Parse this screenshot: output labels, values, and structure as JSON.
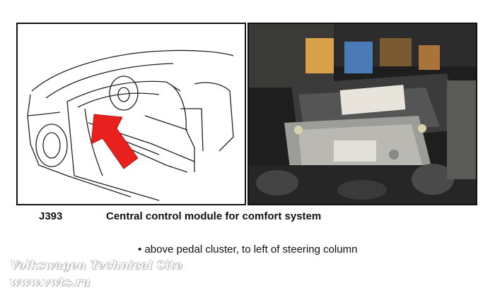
{
  "module": {
    "code": "J393",
    "title": "Central control module for comfort system"
  },
  "location": {
    "bullet": "•",
    "text": "above pedal cluster, to left of steering column"
  },
  "watermark": {
    "line1": "Volkswagen Technical Site",
    "line2": "www.vwts.ru"
  },
  "colors": {
    "arrow": "#e8201e",
    "photo_bg": "#222222"
  }
}
